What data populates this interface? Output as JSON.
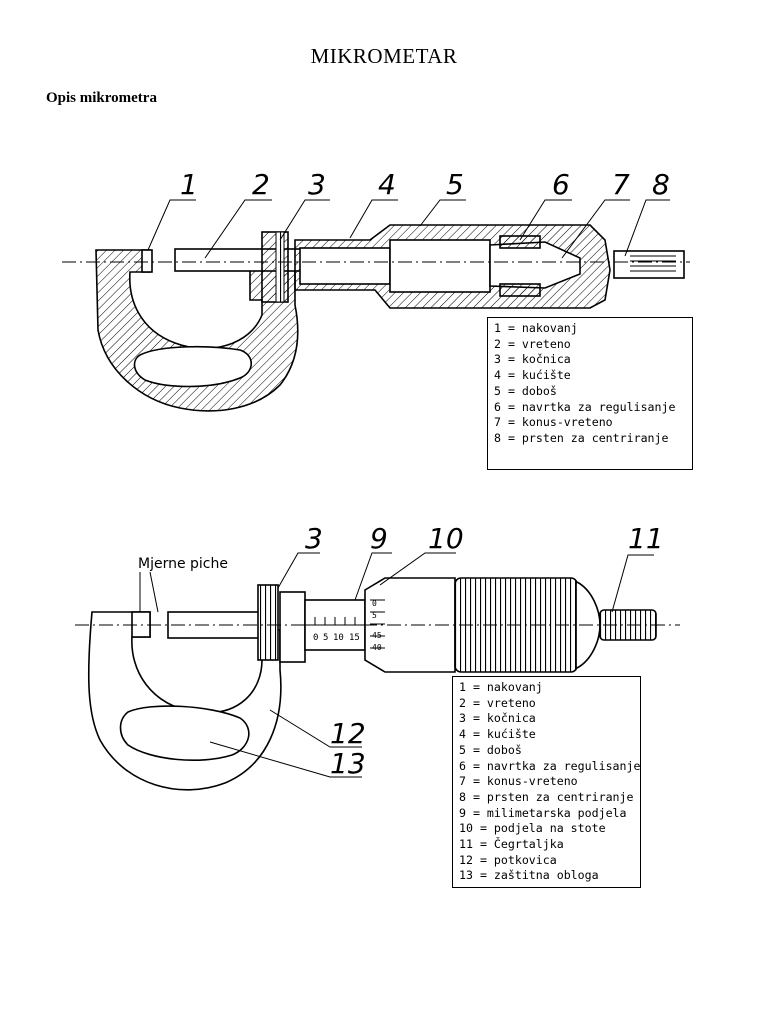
{
  "page": {
    "title": "MIKROMETAR",
    "subtitle": "Opis mikrometra"
  },
  "figure1": {
    "callouts": [
      "1",
      "2",
      "3",
      "4",
      "5",
      "6",
      "7",
      "8"
    ],
    "legend": [
      "1 = nakovanj",
      "2 = vreteno",
      "3 = kočnica",
      "4 = kućište",
      "5 = doboš",
      "6 = navrtka za regulisanje",
      "7 = konus-vreteno",
      "8 = prsten za centriranje"
    ]
  },
  "figure2": {
    "measure_label": "Mjerne piche",
    "callouts": [
      "3",
      "9",
      "10",
      "11",
      "12",
      "13"
    ],
    "scale_marks": [
      "0",
      "5",
      "10",
      "15"
    ],
    "thimble_marks": [
      "0",
      "5",
      "45",
      "40"
    ],
    "legend": [
      "1 = nakovanj",
      "2 = vreteno",
      "3 = kočnica",
      "4 = kućište",
      "5 = doboš",
      "6 = navrtka za regulisanje",
      "7 = konus-vreteno",
      "8 = prsten za centriranje",
      "9 = milimetarska podjela",
      "10 = podjela na stote",
      "11 = Čegrtaljka",
      "12 = potkovica",
      "13 = zaštitna obloga"
    ]
  }
}
